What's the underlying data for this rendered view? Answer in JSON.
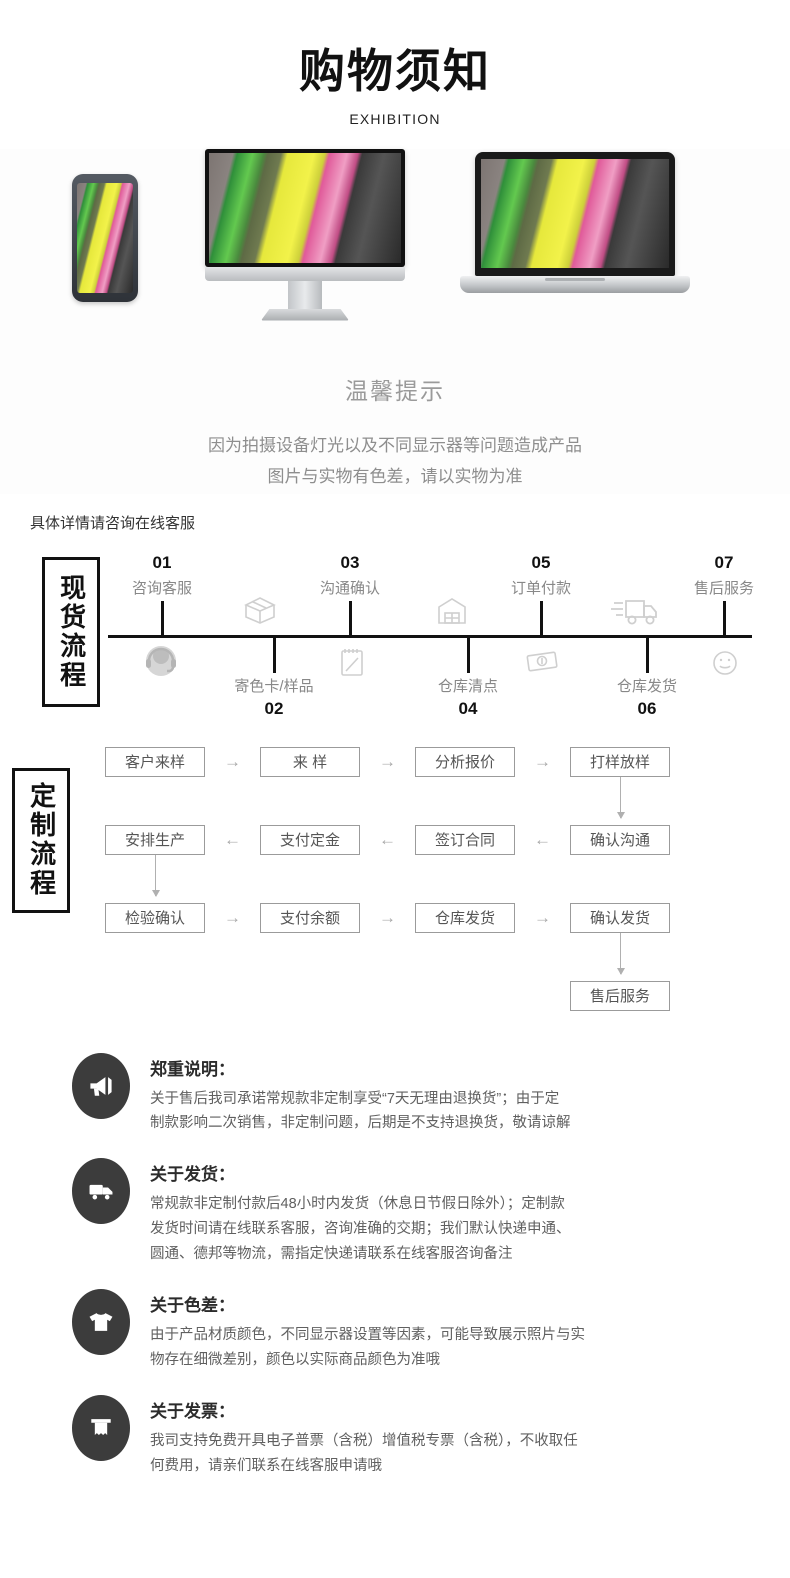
{
  "header": {
    "cn_title": "购物须知",
    "en_subtitle": "EXHIBITION"
  },
  "devices": {
    "tip_title": "温馨提示",
    "tip_line1": "因为拍摄设备灯光以及不同显示器等问题造成产品",
    "tip_line2": "图片与实物有色差，请以实物为准",
    "items": [
      "phone",
      "desktop-monitor",
      "laptop"
    ],
    "screen_colors": [
      "#7d7572",
      "#63c94f",
      "#6f7a50",
      "#f2f24a",
      "#f09ec4",
      "#3a3a3a"
    ]
  },
  "timeline": {
    "note": "具体详情请咨询在线客服",
    "badge": "现货流程",
    "steps": [
      {
        "num": "01",
        "label": "咨询客服",
        "icon": "headset-operator-icon",
        "side": "above"
      },
      {
        "num": "02",
        "label": "寄色卡/样品",
        "icon": "box-icon",
        "side": "below"
      },
      {
        "num": "03",
        "label": "沟通确认",
        "icon": "notepad-icon",
        "side": "above"
      },
      {
        "num": "04",
        "label": "仓库清点",
        "icon": "warehouse-icon",
        "side": "below"
      },
      {
        "num": "05",
        "label": "订单付款",
        "icon": "money-icon",
        "side": "above"
      },
      {
        "num": "06",
        "label": "仓库发货",
        "icon": "delivery-truck-icon",
        "side": "below"
      },
      {
        "num": "07",
        "label": "售后服务",
        "icon": "smiley-icon",
        "side": "above"
      }
    ]
  },
  "flow": {
    "badge": "定制流程",
    "row1": [
      "客户来样",
      "来 样",
      "分析报价",
      "打样放样"
    ],
    "row2": [
      "安排生产",
      "支付定金",
      "签订合同",
      "确认沟通"
    ],
    "row3": [
      "检验确认",
      "支付余额",
      "仓库发货",
      "确认发货"
    ],
    "row4": [
      "售后服务"
    ],
    "arrow_right": "→",
    "arrow_left": "←"
  },
  "notes": [
    {
      "icon": "megaphone-icon",
      "heading": "郑重说明：",
      "line1": "关于售后我司承诺常规款非定制享受“7天无理由退换货”；由于定",
      "line2": "制款影响二次销售，非定制问题，后期是不支持退换货，敬请谅解"
    },
    {
      "icon": "delivery-truck-icon",
      "heading": "关于发货：",
      "line1": "常规款非定制付款后48小时内发货（休息日节假日除外）；定制款",
      "line2": "发货时间请在线联系客服，咨询准确的交期；我们默认快递申通、",
      "line3": "圆通、德邦等物流，需指定快递请联系在线客服咨询备注"
    },
    {
      "icon": "tshirt-icon",
      "heading": "关于色差：",
      "line1": "由于产品材质颜色，不同显示器设置等因素，可能导致展示照片与实",
      "line2": "物存在细微差别，颜色以实际商品颜色为准哦"
    },
    {
      "icon": "receipt-icon",
      "heading": "关于发票：",
      "line1": "我司支持免费开具电子普票（含税）增值税专票（含税），不收取任",
      "line2": "何费用，请亲们联系在线客服申请哦"
    }
  ]
}
